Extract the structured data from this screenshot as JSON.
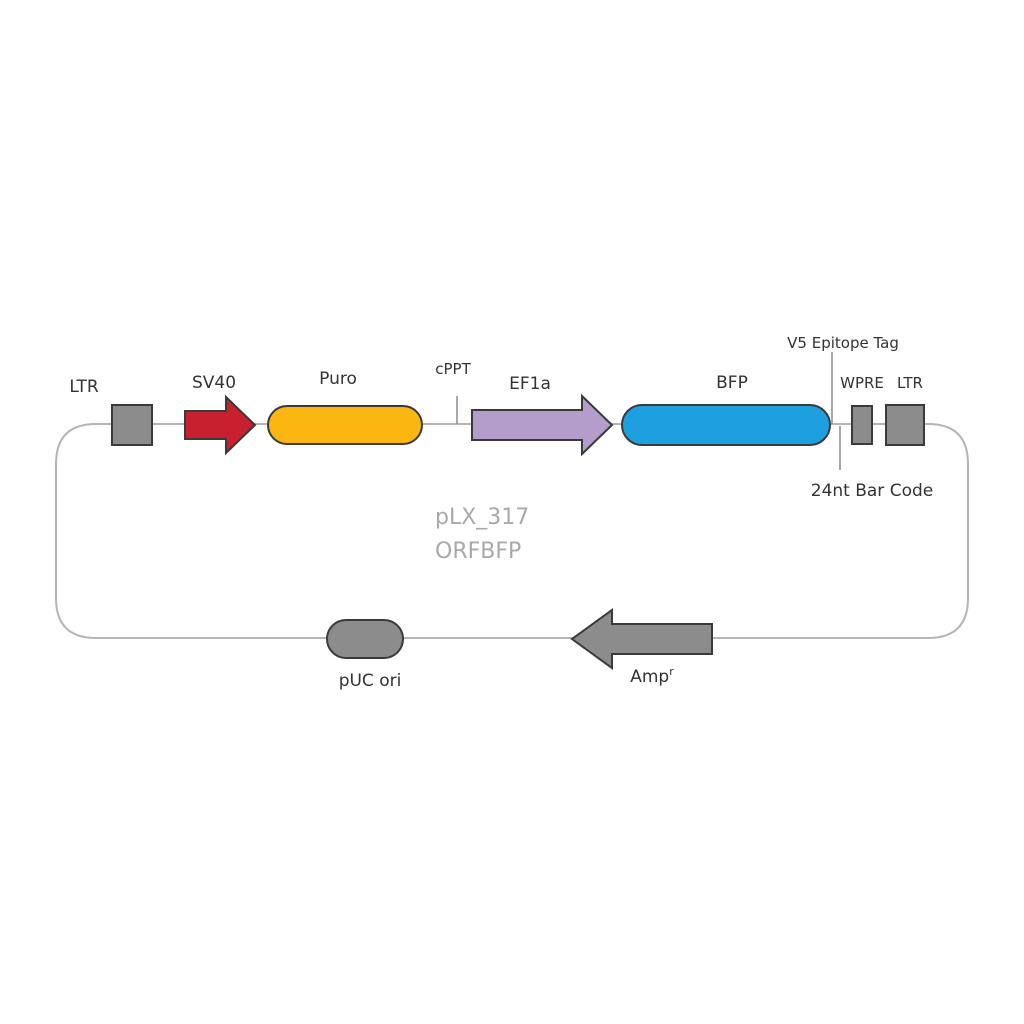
{
  "plasmid": {
    "name_line1": "pLX_317",
    "name_line2": "ORFBFP",
    "name_color": "#a9a9a9"
  },
  "backbone_color": "#b5b5b5",
  "features": {
    "ltr_left": {
      "label": "LTR",
      "shape": "box",
      "color": "#8c8c8c"
    },
    "sv40": {
      "label": "SV40",
      "shape": "arrow-right",
      "color": "#c8202e"
    },
    "puro": {
      "label": "Puro",
      "shape": "pill",
      "color": "#fbb612"
    },
    "cppt": {
      "label": "cPPT",
      "shape": "tick"
    },
    "ef1a": {
      "label": "EF1a",
      "shape": "arrow-right",
      "color": "#b49ccb"
    },
    "bfp": {
      "label": "BFP",
      "shape": "pill",
      "color": "#1ea0e0"
    },
    "v5_tag": {
      "label": "V5 Epitope Tag",
      "shape": "tick"
    },
    "barcode": {
      "label": "24nt Bar Code",
      "shape": "tick"
    },
    "wpre": {
      "label": "WPRE",
      "shape": "box",
      "color": "#8c8c8c"
    },
    "ltr_right": {
      "label": "LTR",
      "shape": "box",
      "color": "#8c8c8c"
    },
    "amp": {
      "label": "Amp",
      "label_sup": "r",
      "shape": "arrow-left",
      "color": "#8c8c8c"
    },
    "puc_ori": {
      "label": "pUC ori",
      "shape": "pill",
      "color": "#8c8c8c"
    }
  }
}
